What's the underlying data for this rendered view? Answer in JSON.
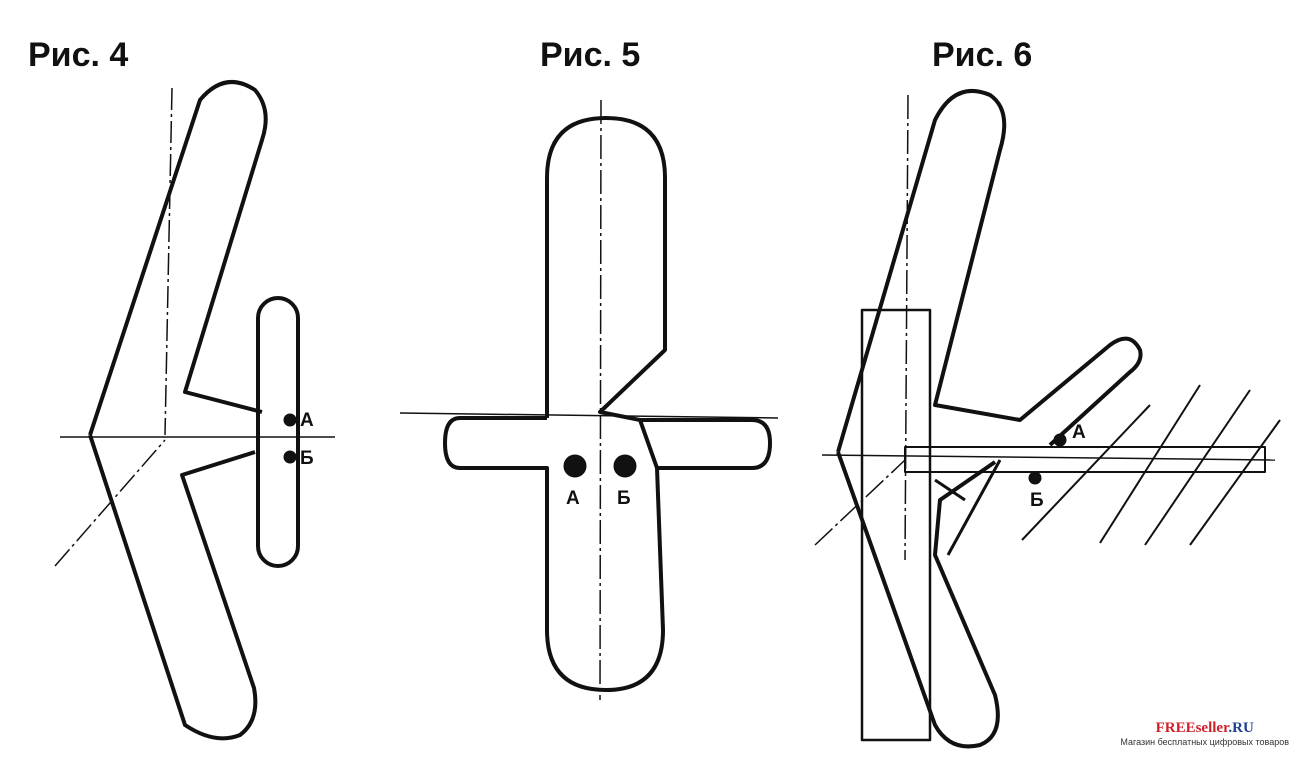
{
  "figures": [
    {
      "title": "Рис. 4",
      "points": [
        "А",
        "Б"
      ]
    },
    {
      "title": "Рис. 5",
      "points": [
        "А",
        "Б"
      ]
    },
    {
      "title": "Рис. 6",
      "points": [
        "А",
        "Б"
      ]
    }
  ],
  "watermark": {
    "brand_red": "FREEseller",
    "brand_blue": ".RU",
    "tagline": "Магазин бесплатных цифровых товаров"
  }
}
